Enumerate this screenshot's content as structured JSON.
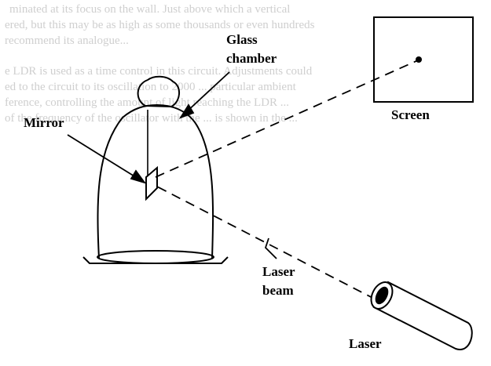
{
  "labels": {
    "glass_chamber_line1": "Glass",
    "glass_chamber_line2": "chamber",
    "mirror": "Mirror",
    "screen": "Screen",
    "laser_beam_line1": "Laser",
    "laser_beam_line2": "beam",
    "laser": "Laser"
  },
  "bleed_through_text": [
    "minated at its focus on the wall. Just above which a vertical",
    "ered, but this may be as high as some thousands or even hundreds",
    "recommend its analogue...",
    "e LDR is used as a time control in this circuit. Adjustments could",
    "ed to the circuit to its oscillation to 2000 ... particular ambient",
    "ference, controlling the amount of light reaching the LDR ...",
    "of the frequency of the oscillator with the ... is shown in the ..."
  ],
  "colors": {
    "ink": "#000000",
    "bleed": "#cfcfcf",
    "background": "#ffffff"
  }
}
